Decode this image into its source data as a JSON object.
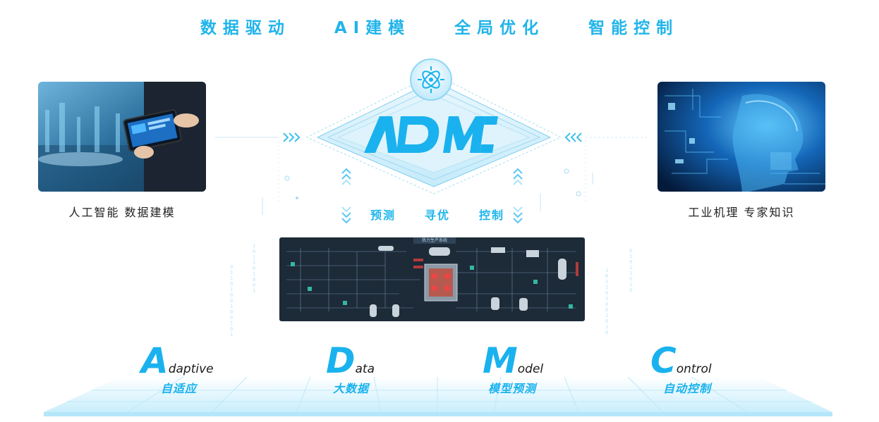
{
  "taglines": [
    "数据驱动",
    "AI建模",
    "全局优化",
    "智能控制"
  ],
  "left_caption": "人工智能 数据建模",
  "right_caption": "工业机理 专家知识",
  "logo_text": "ADMC",
  "center_caption": [
    "预测",
    "寻优",
    "控制"
  ],
  "screen_title": "热力生产系统",
  "pillars": [
    {
      "letter": "A",
      "rest": "daptive",
      "cn": "自适应"
    },
    {
      "letter": "D",
      "rest": "ata",
      "cn": "大数据"
    },
    {
      "letter": "M",
      "rest": "odel",
      "cn": "模型预测"
    },
    {
      "letter": "C",
      "rest": "ontrol",
      "cn": "自动控制"
    }
  ],
  "colors": {
    "accent": "#1ab2ee",
    "text": "#222222",
    "screen_bg": "#1d2a38"
  },
  "icons": [
    "network-hub-icon",
    "double-arrow-right-icon",
    "double-arrow-left-icon",
    "arrow-up-icon",
    "arrow-down-icon"
  ]
}
